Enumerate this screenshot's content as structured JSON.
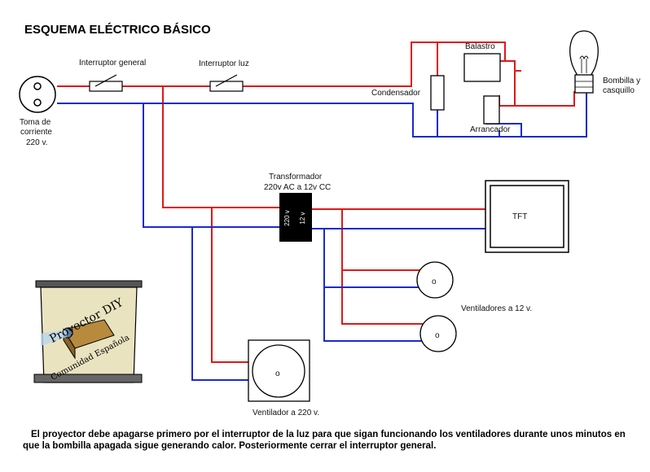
{
  "title": "ESQUEMA ELÉCTRICO BÁSICO",
  "labels": {
    "toma": [
      "Toma de",
      "corriente",
      "220 v."
    ],
    "interruptor_general": "Interruptor general",
    "interruptor_luz": "Interruptor luz",
    "condensador": "Condensador",
    "balastro": "Balastro",
    "arrancador": "Arrancador",
    "bombilla": [
      "Bombilla y",
      "casquillo"
    ],
    "transformador": [
      "Transformador",
      "220v AC a 12v CC"
    ],
    "transformador_left": "220 v",
    "transformador_right": "12 v",
    "tft": "TFT",
    "ventiladores_12": "Ventiladores a 12 v.",
    "ventilador_220": "Ventilador a 220 v.",
    "fan_symbol": "o",
    "logo": [
      "Proyector DIY",
      "Comunidad Española"
    ]
  },
  "note": "El proyector debe apagarse primero por el interruptor de la luz para que sigan funcionando los ventiladores durante unos minutos en que la bombilla apagada sigue generando calor. Posteriormente cerrar el interruptor general.",
  "colors": {
    "live": "#e01818",
    "neutral": "#1a2ad0",
    "outline": "#000000"
  }
}
